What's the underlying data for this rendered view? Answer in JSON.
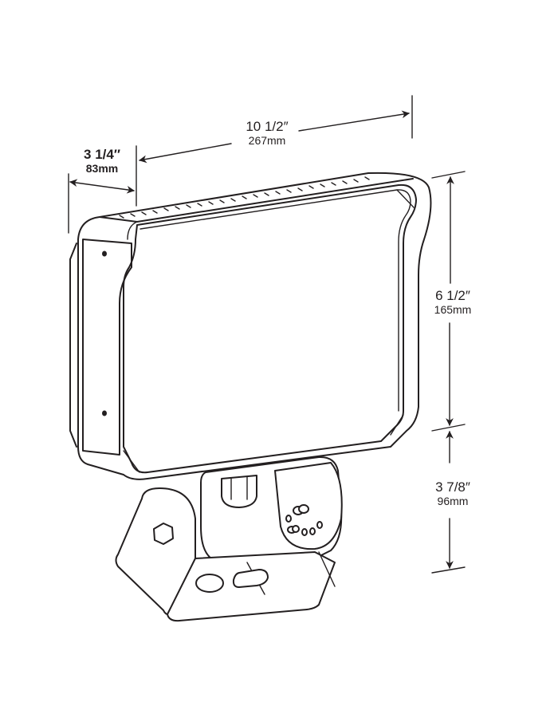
{
  "diagram": {
    "subject": "LED flood light fixture with trunnion mounting bracket",
    "colors": {
      "line": "#231f20",
      "background": "#ffffff"
    },
    "dimensions": {
      "width": {
        "imperial": "10 1/2″",
        "metric": "267mm"
      },
      "depth": {
        "imperial": "3 1/4″",
        "metric": "83mm"
      },
      "height": {
        "imperial": "6 1/2″",
        "metric": "165mm"
      },
      "bracket_height": {
        "imperial": "3 7/8″",
        "metric": "96mm"
      }
    }
  }
}
